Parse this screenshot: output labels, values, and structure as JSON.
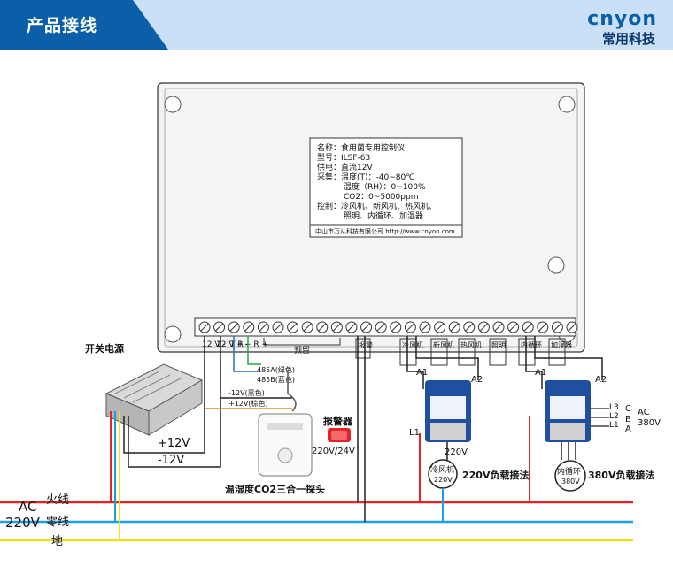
{
  "header": {
    "title": "产品接线",
    "brand_logo": "cnyon",
    "brand_name": "常用科技"
  },
  "panel": {
    "label_lines": [
      "名称：食用菌专用控制仪",
      "型号：ILSF-63",
      "供电：直流12V",
      "采集：温度(T)：-40~80℃",
      "温度（RH）：0~100%",
      "CO2：0~5000ppm",
      "控制：冷风机、新风机、热风机、",
      "照明、内循环、加湿器"
    ],
    "footer": "中山市万从科技有限公司 http://www.cnyon.com"
  },
  "terminals": {
    "left": [
      "12 V -",
      "12 V +",
      "T R -",
      "+ R +"
    ],
    "reserve": "预留",
    "alarm": "报警",
    "groups": [
      "冷风机",
      "新风机",
      "热风机",
      "照明",
      "内循环",
      "加湿器"
    ]
  },
  "wiring": {
    "power_supply": "开关电源",
    "plus12": "+12V",
    "minus12": "-12V",
    "probe_485a": "485A(绿色)",
    "probe_485b": "485B(蓝色)",
    "probe_minus": "-12V(黑色)",
    "probe_plus": "+12V(棕色)",
    "probe_name": "温湿度CO2三合一探头",
    "alarm_name": "报警器",
    "alarm_volt": "220V/24V",
    "a1": "A1",
    "a2": "A2",
    "l1": "L1",
    "l2": "L2",
    "l3": "L3",
    "c": "C",
    "b": "B",
    "a": "A",
    "ac": "AC",
    "v380": "380V",
    "v220": "220V",
    "fan_motor": "冷风机",
    "fan_volt": "220V",
    "circ_motor": "内循环",
    "circ_volt": "380V",
    "load220": "220V负载接法",
    "load380": "380V负载接法",
    "live": "火线",
    "neutral": "零线",
    "ground": "地",
    "ac_label": "AC",
    "v220_label": "220V"
  }
}
